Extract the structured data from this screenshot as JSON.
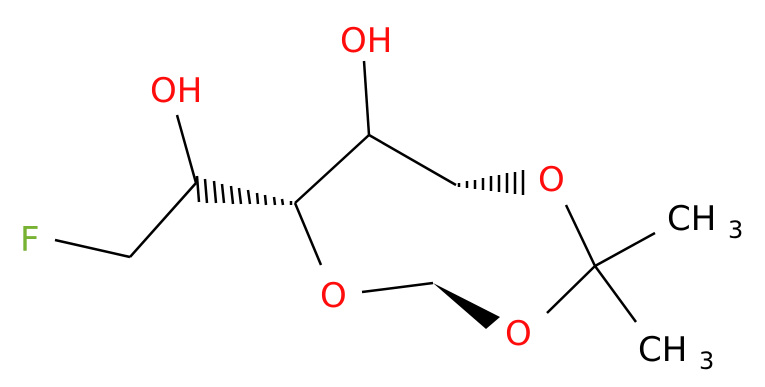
{
  "molecule": {
    "colors": {
      "oxygen": "#ff0d0d",
      "fluorine": "#77b233",
      "carbon": "#000000",
      "bond": "#000000"
    },
    "labels": {
      "hydroxyl_top": "OH",
      "hydroxyl_left": "OH",
      "fluorine": "F",
      "ring_oxygen": "O",
      "dioxolane_oxygen_upper": "O",
      "dioxolane_oxygen_lower": "O",
      "methyl_upper_main": "CH",
      "methyl_upper_sub": "3",
      "methyl_lower_main": "CH",
      "methyl_lower_sub": "3"
    }
  }
}
